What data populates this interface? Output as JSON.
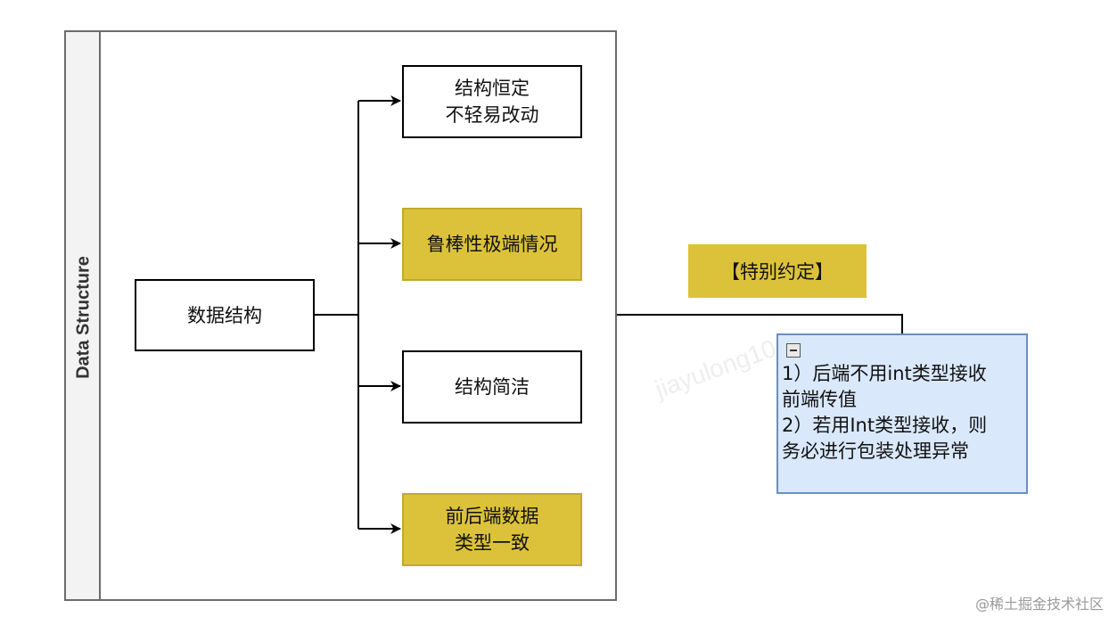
{
  "diagram": {
    "pool_title": "Data Structure",
    "root": "数据结构",
    "children": [
      {
        "label": "结构恒定\n不轻易改动",
        "highlight": false
      },
      {
        "label": "鲁棒性极端情况",
        "highlight": true
      },
      {
        "label": "结构简洁",
        "highlight": false
      },
      {
        "label": "前后端数据\n类型一致",
        "highlight": true
      }
    ],
    "tag": "【特别约定】",
    "note": "1）后端不用int类型接收\n前端传值\n2）若用Int类型接收，则\n务必进行包装处理异常",
    "watermark": "jiayulong10",
    "credit": "@稀土掘金技术社区"
  },
  "colors": {
    "highlight_fill": "#dcc23a",
    "note_fill": "#dae8fc",
    "note_border": "#6c8ebf",
    "pool_border": "#6b6b6b"
  }
}
